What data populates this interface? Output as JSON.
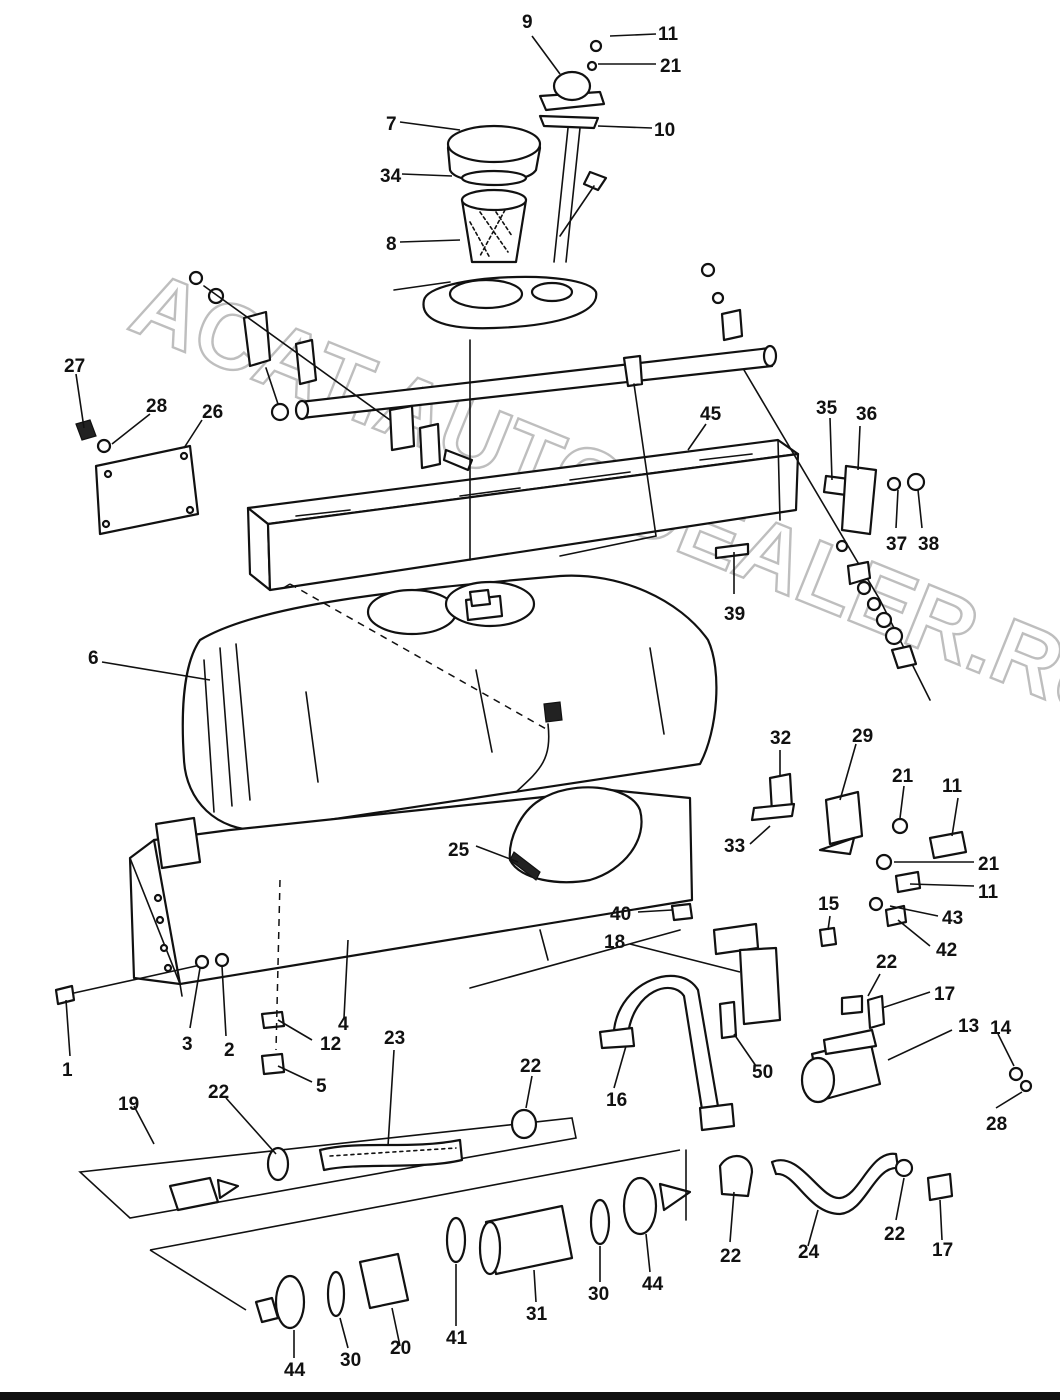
{
  "watermark": "ACAT.AUTODEALER.RU",
  "callouts": [
    {
      "id": "c9",
      "text": "9"
    },
    {
      "id": "c11a",
      "text": "11"
    },
    {
      "id": "c21a",
      "text": "21"
    },
    {
      "id": "c7",
      "text": "7"
    },
    {
      "id": "c10",
      "text": "10"
    },
    {
      "id": "c34",
      "text": "34"
    },
    {
      "id": "c8",
      "text": "8"
    },
    {
      "id": "c27",
      "text": "27"
    },
    {
      "id": "c28a",
      "text": "28"
    },
    {
      "id": "c26",
      "text": "26"
    },
    {
      "id": "c45",
      "text": "45"
    },
    {
      "id": "c35",
      "text": "35"
    },
    {
      "id": "c36",
      "text": "36"
    },
    {
      "id": "c37",
      "text": "37"
    },
    {
      "id": "c38",
      "text": "38"
    },
    {
      "id": "c39",
      "text": "39"
    },
    {
      "id": "c6",
      "text": "6"
    },
    {
      "id": "c32",
      "text": "32"
    },
    {
      "id": "c29",
      "text": "29"
    },
    {
      "id": "c21b",
      "text": "21"
    },
    {
      "id": "c11b",
      "text": "11"
    },
    {
      "id": "c33",
      "text": "33"
    },
    {
      "id": "c21c",
      "text": "21"
    },
    {
      "id": "c11c",
      "text": "11"
    },
    {
      "id": "c25",
      "text": "25"
    },
    {
      "id": "c43",
      "text": "43"
    },
    {
      "id": "c42",
      "text": "42"
    },
    {
      "id": "c40",
      "text": "40"
    },
    {
      "id": "c15",
      "text": "15"
    },
    {
      "id": "c18",
      "text": "18"
    },
    {
      "id": "c22a",
      "text": "22"
    },
    {
      "id": "c17a",
      "text": "17"
    },
    {
      "id": "c13",
      "text": "13"
    },
    {
      "id": "c14",
      "text": "14"
    },
    {
      "id": "c28b",
      "text": "28"
    },
    {
      "id": "c4",
      "text": "4"
    },
    {
      "id": "c3",
      "text": "3"
    },
    {
      "id": "c2",
      "text": "2"
    },
    {
      "id": "c1",
      "text": "1"
    },
    {
      "id": "c12",
      "text": "12"
    },
    {
      "id": "c5",
      "text": "5"
    },
    {
      "id": "c23",
      "text": "23"
    },
    {
      "id": "c22b",
      "text": "22"
    },
    {
      "id": "c19",
      "text": "19"
    },
    {
      "id": "c22c",
      "text": "22"
    },
    {
      "id": "c16",
      "text": "16"
    },
    {
      "id": "c50",
      "text": "50"
    },
    {
      "id": "c22d",
      "text": "22"
    },
    {
      "id": "c24",
      "text": "24"
    },
    {
      "id": "c22e",
      "text": "22"
    },
    {
      "id": "c17b",
      "text": "17"
    },
    {
      "id": "c31",
      "text": "31"
    },
    {
      "id": "c30a",
      "text": "30"
    },
    {
      "id": "c44a",
      "text": "44"
    },
    {
      "id": "c41",
      "text": "41"
    },
    {
      "id": "c20",
      "text": "20"
    },
    {
      "id": "c30b",
      "text": "30"
    },
    {
      "id": "c44b",
      "text": "44"
    }
  ]
}
